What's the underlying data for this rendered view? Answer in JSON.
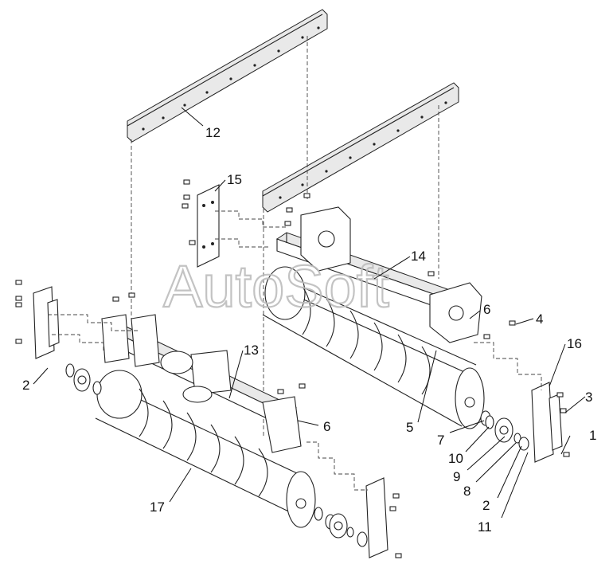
{
  "watermark": "AutoSoft",
  "callouts": [
    {
      "id": "c1",
      "label": "1"
    },
    {
      "id": "c2a",
      "label": "2"
    },
    {
      "id": "c2b",
      "label": "2"
    },
    {
      "id": "c3",
      "label": "3"
    },
    {
      "id": "c4",
      "label": "4"
    },
    {
      "id": "c5",
      "label": "5"
    },
    {
      "id": "c6a",
      "label": "6"
    },
    {
      "id": "c6b",
      "label": "6"
    },
    {
      "id": "c7",
      "label": "7"
    },
    {
      "id": "c8",
      "label": "8"
    },
    {
      "id": "c9",
      "label": "9"
    },
    {
      "id": "c10",
      "label": "10"
    },
    {
      "id": "c11",
      "label": "11"
    },
    {
      "id": "c12",
      "label": "12"
    },
    {
      "id": "c13",
      "label": "13"
    },
    {
      "id": "c14",
      "label": "14"
    },
    {
      "id": "c15",
      "label": "15"
    },
    {
      "id": "c16",
      "label": "16"
    },
    {
      "id": "c17",
      "label": "17"
    }
  ]
}
